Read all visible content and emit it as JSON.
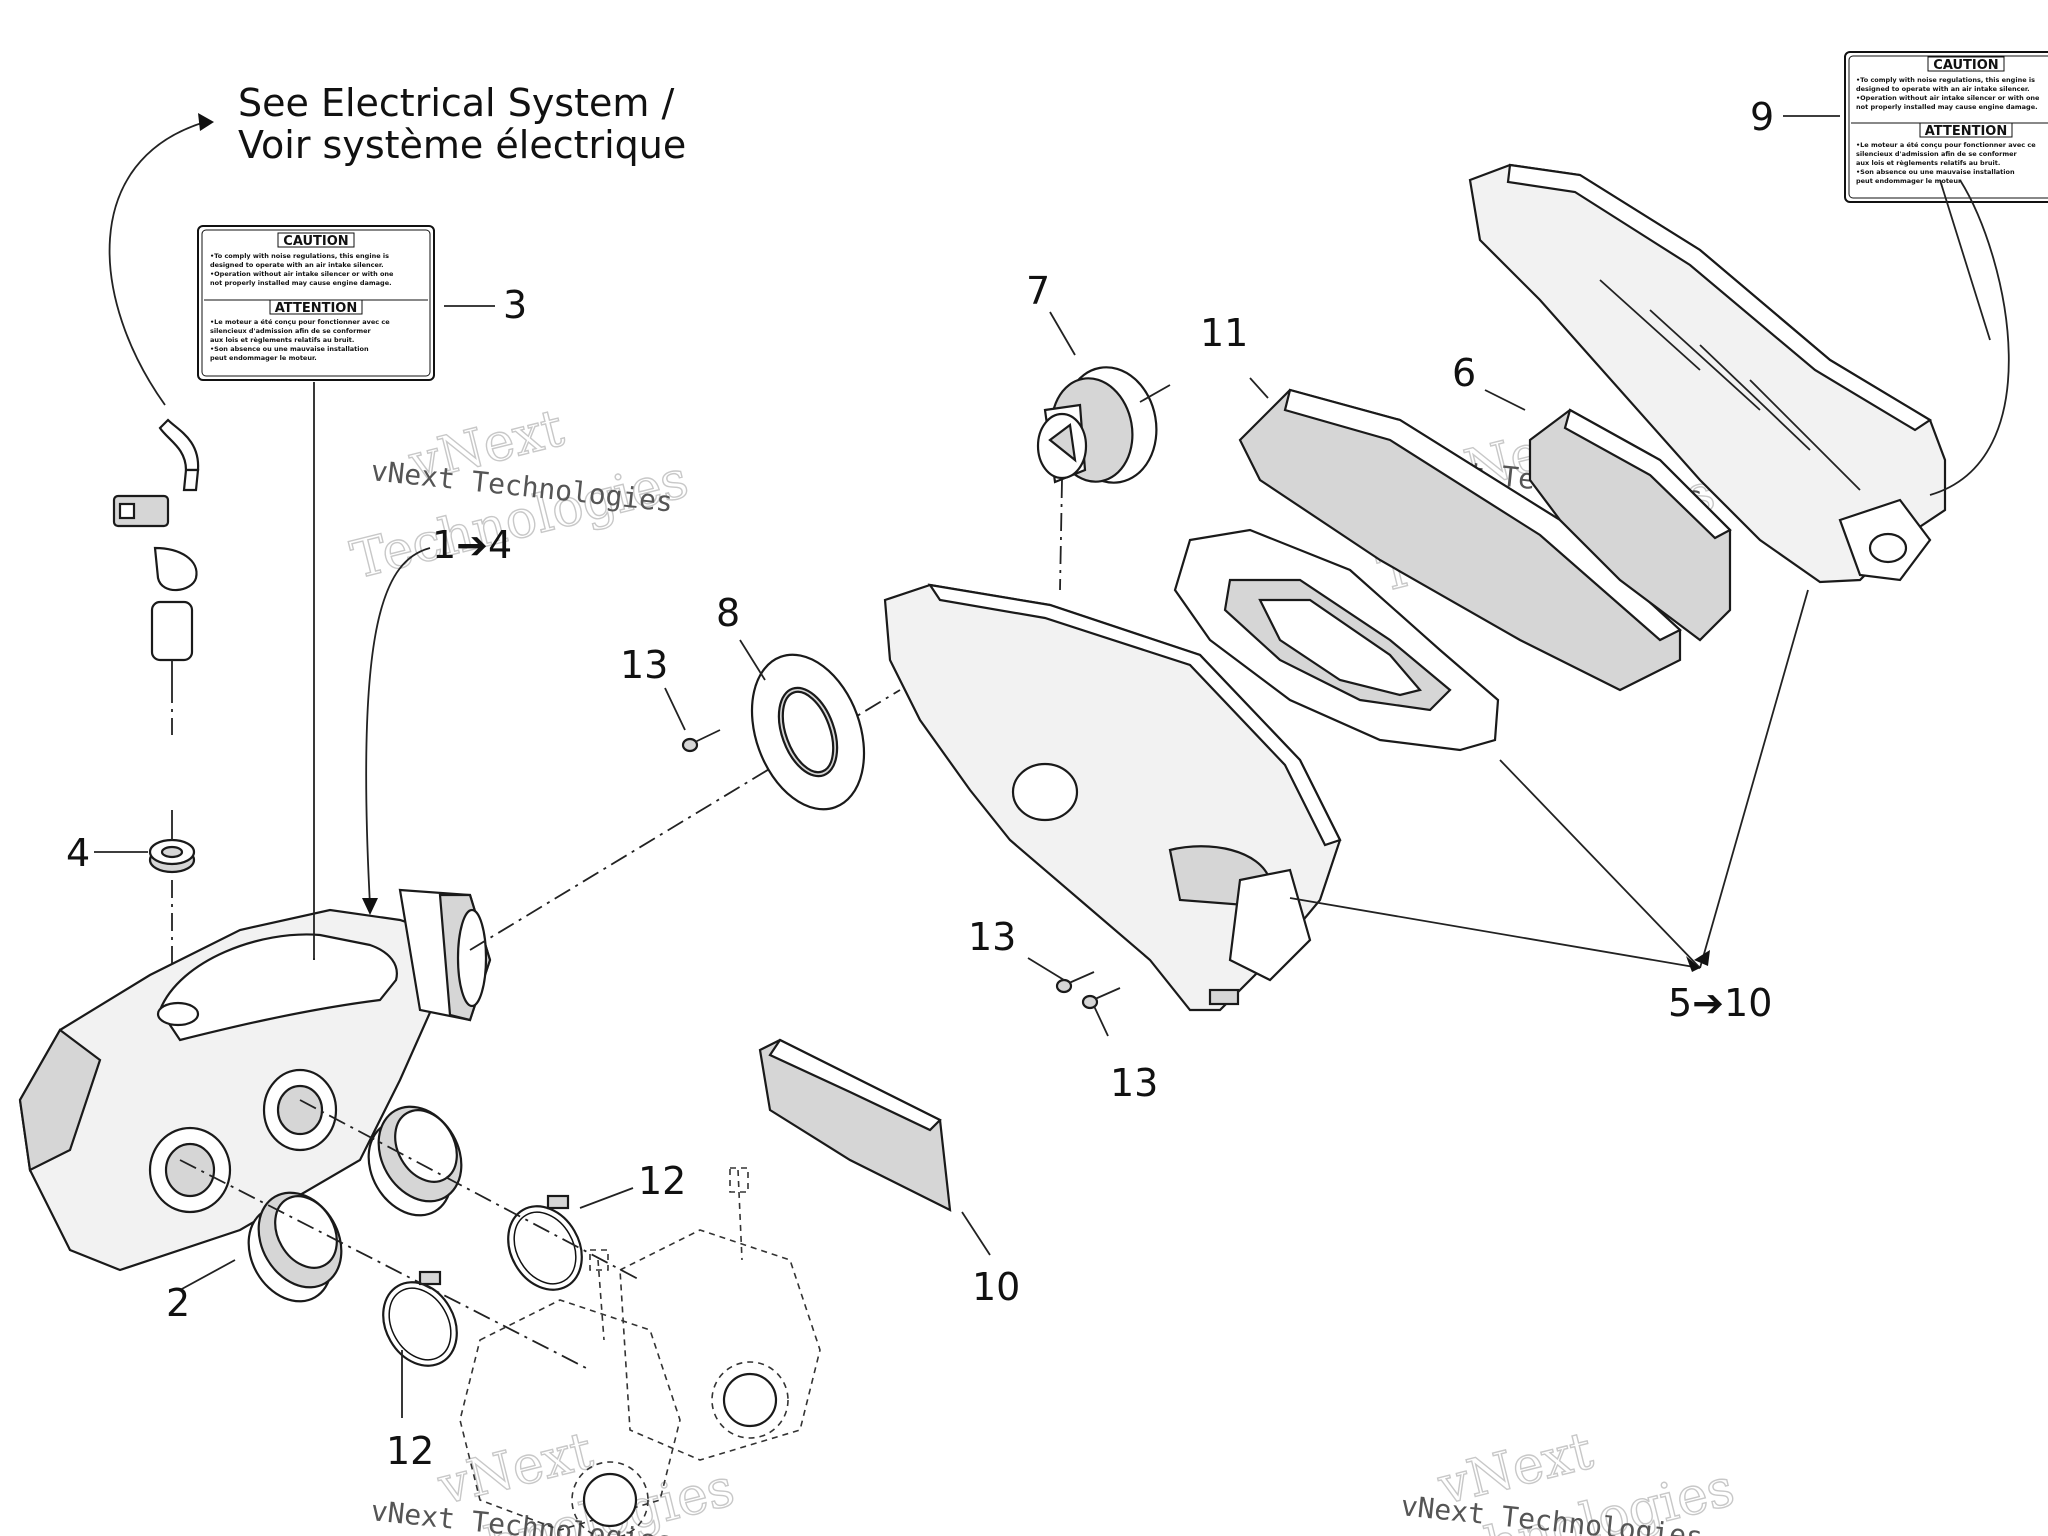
{
  "note": {
    "line1": "See Electrical System /",
    "line2": "Voir système électrique"
  },
  "callouts": {
    "c1to4": "1➔4",
    "c2": "2",
    "c3": "3",
    "c4": "4",
    "c5to10": "5➔10",
    "c6": "6",
    "c7": "7",
    "c8": "8",
    "c9": "9",
    "c10": "10",
    "c11": "11",
    "c12a": "12",
    "c12b": "12",
    "c13a": "13",
    "c13b": "13",
    "c13c": "13"
  },
  "label_left": {
    "caution": "CAUTION",
    "caution_lines": [
      "•To comply with noise regulations, this engine is",
      "designed to operate with an air intake silencer.",
      "•Operation without air intake silencer or with one",
      "not properly installed may cause engine damage."
    ],
    "attention": "ATTENTION",
    "attention_lines": [
      "•Le moteur a été conçu pour fonctionner avec ce",
      "silencieux d'admission afin de se conformer",
      "aux lois et règlements relatifs au bruit.",
      "•Son absence ou une mauvaise installation",
      "peut endommager le moteur."
    ]
  },
  "label_right": {
    "caution": "CAUTION",
    "caution_lines": [
      "•To comply with noise regulations, this engine is",
      "designed to operate with an air intake silencer.",
      "•Operation without air intake silencer or with one",
      "not properly installed may cause engine damage."
    ],
    "attention": "ATTENTION",
    "attention_lines": [
      "•Le moteur a été conçu pour fonctionner avec ce",
      "silencieux d'admission afin de se conformer",
      "aux lois et règlements relatifs au bruit.",
      "•Son absence ou une mauvaise installation",
      "peut endommager le moteur."
    ]
  },
  "watermark": {
    "brand": "vNext",
    "brand2": "Technologies",
    "full": "vNext Technologies"
  }
}
